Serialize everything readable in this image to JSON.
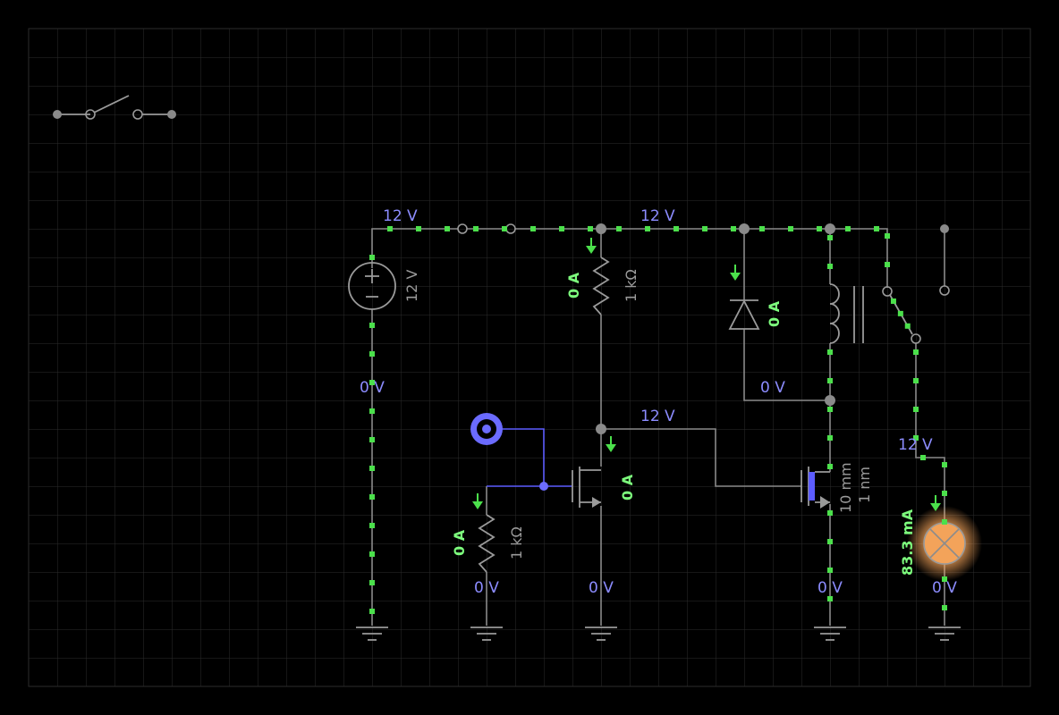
{
  "colors": {
    "background": "#000000",
    "grid": "#2c2c2c",
    "wire": "#8a8a8a",
    "voltage_label": "#8c8cff",
    "current_label": "#7dfc7d",
    "component_label": "#9a9a9a",
    "current_dot": "#4be04b",
    "probe": "#6b6bff",
    "lamp_glow": "#ffb85a"
  },
  "voltage_labels": {
    "top_left": "12 V",
    "top_mid": "12 V",
    "left_rail": "0 V",
    "diode_return": "0 V",
    "collector_node": "12 V",
    "lamp_node": "12 V",
    "gnd_resistor": "0 V",
    "gnd_mosfet": "0 V",
    "gnd_power_mosfet": "0 V",
    "gnd_lamp": "0 V"
  },
  "current_labels": {
    "pullup_resistor": "0 A",
    "diode": "0 A",
    "mosfet": "0 A",
    "pulldown_resistor": "0 A",
    "lamp": "83.3 mA"
  },
  "component_labels": {
    "battery": "12 V",
    "pullup_resistor": "1 kΩ",
    "pulldown_resistor": "1 kΩ",
    "power_mosfet_width": "10 mm",
    "power_mosfet_oxide": "1 nm"
  },
  "icons": {
    "battery": "dc-voltage-source-icon",
    "switch": "spst-switch-icon",
    "probe": "logic-input-probe-icon",
    "lamp": "lamp-icon",
    "ground": "ground-icon",
    "diode": "diode-icon",
    "relay": "relay-coil-icon",
    "mosfet": "n-mosfet-icon",
    "resistor": "resistor-icon"
  }
}
